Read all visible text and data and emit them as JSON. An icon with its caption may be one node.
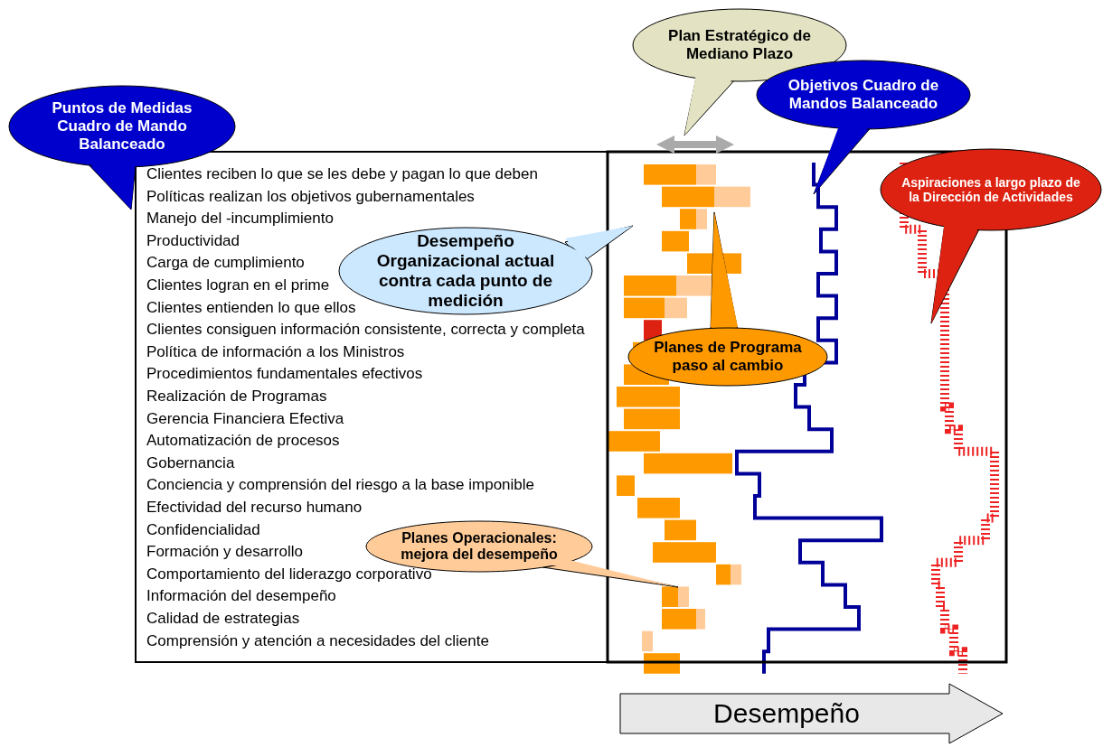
{
  "diagram": {
    "nodes": [
      {
        "text": [
          "Puntos de Medidas Cuadro de Mando Balanceado"
        ]
      },
      {
        "text": [
          "Plan Estratégico de Mediano Plazo"
        ]
      },
      {
        "text": [
          "Objetivos Cuadro de Mandos Balanceado"
        ]
      },
      {
        "text": [
          "Aspiraciones a largo plazo de la Dirección de Actividades"
        ]
      },
      {
        "text": [
          "Desempeño Organizacional actual contra cada punto de medición"
        ]
      },
      {
        "text": [
          "Planes de Programa paso al cambio"
        ]
      },
      {
        "text": [
          "Planes Operacionales: mejora del desempeño"
        ]
      },
      {
        "text": [
          "Desempeño"
        ]
      }
    ],
    "labels": [
      "Clientes reciben lo que se les debe y pagan lo que deben",
      "Políticas realizan los objetivos gubernamentales",
      "Manejo del  -incumplimiento",
      "Productividad",
      "Carga de cumplimiento",
      "Clientes logran en el prime",
      "Clientes entienden lo que ellos",
      "Clientes consiguen información consistente, correcta y completa",
      "Política de información a los Ministros",
      "Procedimientos fundamentales efectivos",
      "Realización de Programas",
      "Gerencia Financiera Efectiva",
      "Automatización de procesos",
      "Gobernancia",
      "Conciencia y comprensión del riesgo a la base imponible",
      "Efectividad del recurso humano",
      "Confidencialidad",
      "Formación y desarrollo",
      "Comportamiento del liderazgo corporativo",
      "Información del desempeño",
      "Calidad de estrategias",
      "Comprensión y atención a necesidades del cliente"
    ]
  }
}
